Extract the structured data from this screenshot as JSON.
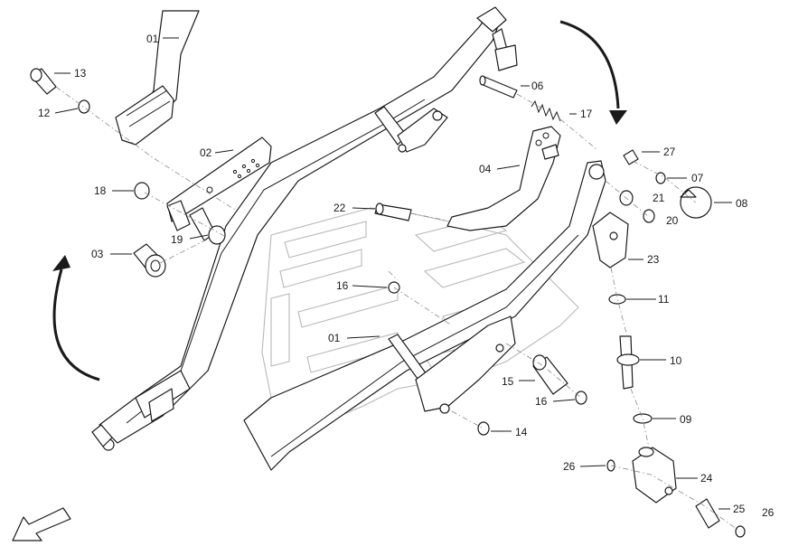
{
  "callouts": [
    {
      "id": "c01a",
      "text": "01"
    },
    {
      "id": "c13",
      "text": "13"
    },
    {
      "id": "c12",
      "text": "12"
    },
    {
      "id": "c02",
      "text": "02"
    },
    {
      "id": "c18",
      "text": "18"
    },
    {
      "id": "c03",
      "text": "03"
    },
    {
      "id": "c19",
      "text": "19"
    },
    {
      "id": "c22",
      "text": "22"
    },
    {
      "id": "c16a",
      "text": "16"
    },
    {
      "id": "c01b",
      "text": "01"
    },
    {
      "id": "c06",
      "text": "06"
    },
    {
      "id": "c17",
      "text": "17"
    },
    {
      "id": "c04",
      "text": "04"
    },
    {
      "id": "c27",
      "text": "27"
    },
    {
      "id": "c07",
      "text": "07"
    },
    {
      "id": "c08",
      "text": "08"
    },
    {
      "id": "c21",
      "text": "21"
    },
    {
      "id": "c20",
      "text": "20"
    },
    {
      "id": "c23",
      "text": "23"
    },
    {
      "id": "c11",
      "text": "11"
    },
    {
      "id": "c10",
      "text": "10"
    },
    {
      "id": "c15",
      "text": "15"
    },
    {
      "id": "c16b",
      "text": "16"
    },
    {
      "id": "c09",
      "text": "09"
    },
    {
      "id": "c14",
      "text": "14"
    },
    {
      "id": "c26a",
      "text": "26"
    },
    {
      "id": "c24",
      "text": "24"
    },
    {
      "id": "c25",
      "text": "25"
    },
    {
      "id": "c26b",
      "text": "26"
    }
  ]
}
